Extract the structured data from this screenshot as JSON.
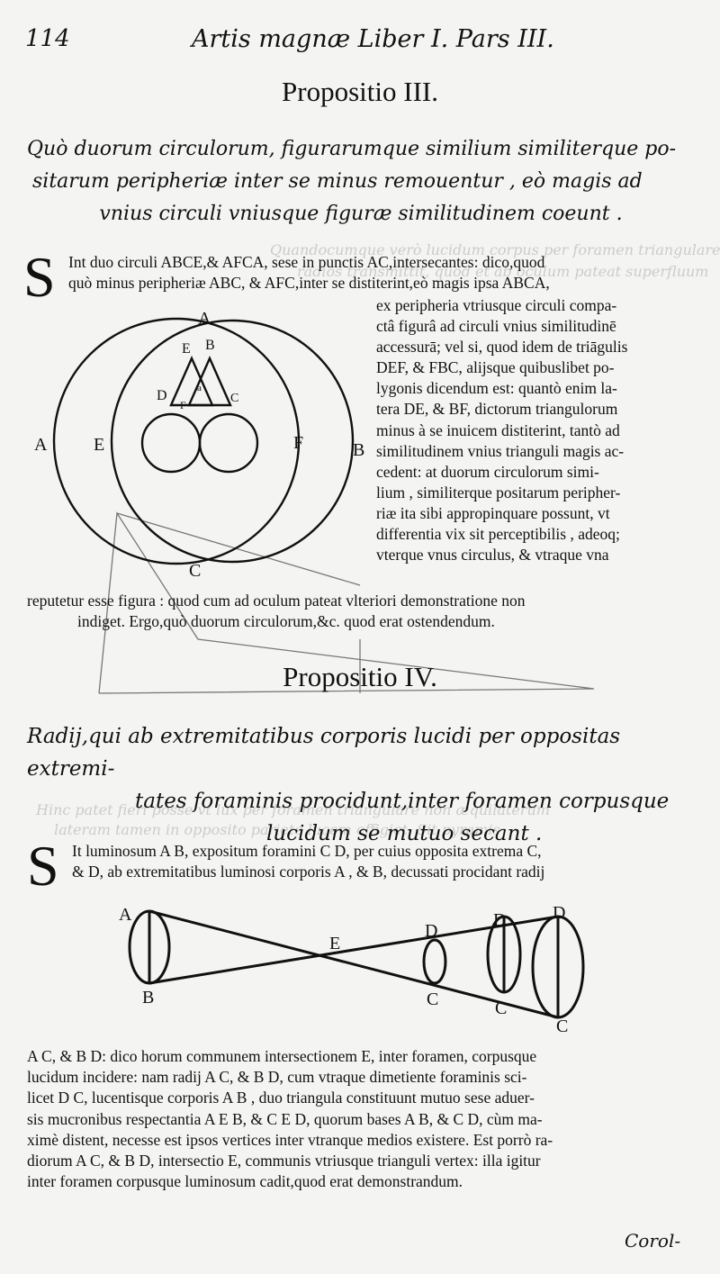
{
  "header": {
    "page_number": "114",
    "running_head": "Artis magnæ Liber I. Pars III."
  },
  "prop3": {
    "title": "Propositio III.",
    "statement": [
      "Quò duorum circulorum, figurarumque similium similiterque po-",
      "sitarum peripheriæ inter se minus remouentur , eò magis ad",
      "vnius circuli vniusque figuræ similitudinem coeunt ."
    ],
    "dropcap": "S",
    "lines_full": [
      "Int duo circuli ABCE,& AFCA, sese in punctis AC,intersecantes: dico,quod",
      "quò minus peripheriæ ABC, & AFC,inter se distiterint,eò magis ipsa ABCA,"
    ],
    "lines_right": [
      "ex peripheria vtriusque circuli compa-",
      "ctâ figurâ ad circuli vnius similitudinē",
      "accessurā; vel si, quod idem de triāgulis",
      "DEF, & FBC, alijsque quibuslibet po-",
      "lygonis dicendum est: quantò enim la-",
      "tera DE, & BF, dictorum triangulorum",
      "minus à se inuicem distiterint, tantò ad",
      "similitudinem vnius trianguli magis ac-",
      "cedent: at duorum circulorum simi-",
      "lium , similiterque positarum peripher-",
      "riæ ita sibi appropinquare possunt, vt",
      "differentia vix sit perceptibilis , adeoq;",
      "vterque vnus circulus, & vtraque vna"
    ],
    "lines_end": [
      "reputetur esse figura : quod cum ad oculum pateat vlteriori demonstratione non",
      "indiget. Ergo,quò duorum circulorum,&c. quod erat ostendendum."
    ],
    "figure_labels": {
      "A_top": "A",
      "A_left": "A",
      "B_right": "B",
      "E_left": "E",
      "F_right": "F",
      "C_bottom": "C",
      "E_tri": "E",
      "B_tri": "B",
      "D_tri": "D",
      "F_tri": "F",
      "C_tri": "C",
      "a_tri": "a"
    }
  },
  "prop4": {
    "title": "Propositio IV.",
    "statement": [
      "Radij,qui ab extremitatibus corporis lucidi per oppositas extremi-",
      "tates foraminis procidunt,inter foramen corpusque",
      "lucidum se mutuo secant ."
    ],
    "dropcap": "S",
    "lines_intro": [
      "It luminosum A B, expositum foramini C D, per cuius opposita extrema C,",
      "& D, ab extremitatibus luminosi corporis A , & B, decussati procidant radij"
    ],
    "lines_after": [
      "A C, & B D: dico horum communem intersectionem E, inter foramen, corpusque",
      "lucidum incidere: nam radij A C, & B D, cum vtraque dimetiente foraminis sci-",
      "licet D C, lucentisque corporis A B , duo triangula constituunt mutuo sese aduer-",
      "sis mucronibus respectantia A E B, & C E D, quorum bases A B, & C D, cùm ma-",
      "ximè distent, necesse est ipsos vertices inter vtranque medios existere. Est porrò ra-",
      "diorum A C, & B D, intersectio E, communis vtriusque trianguli vertex: illa igitur",
      "inter foramen corpusque luminosum cadit,quod erat demonstrandum."
    ],
    "figure_labels": {
      "A": "A",
      "B": "B",
      "E": "E",
      "D1": "D",
      "C1": "C",
      "D2": "D",
      "C2": "C",
      "D3": "D",
      "C3": "C"
    }
  },
  "footer": {
    "catchword": "Corol-"
  },
  "bleed_through": {
    "lines": [
      "Quandocumque verò lucidum corpus per foramen triangulare",
      "radios transmittit, quod et ab oculum pateat superfluum",
      "Hinc patet fieri posse vt lux per foramen triangulare non æquilaterum",
      "lateram tamen in opposito pariete lucem effigiet. Sit pyramis"
    ]
  }
}
